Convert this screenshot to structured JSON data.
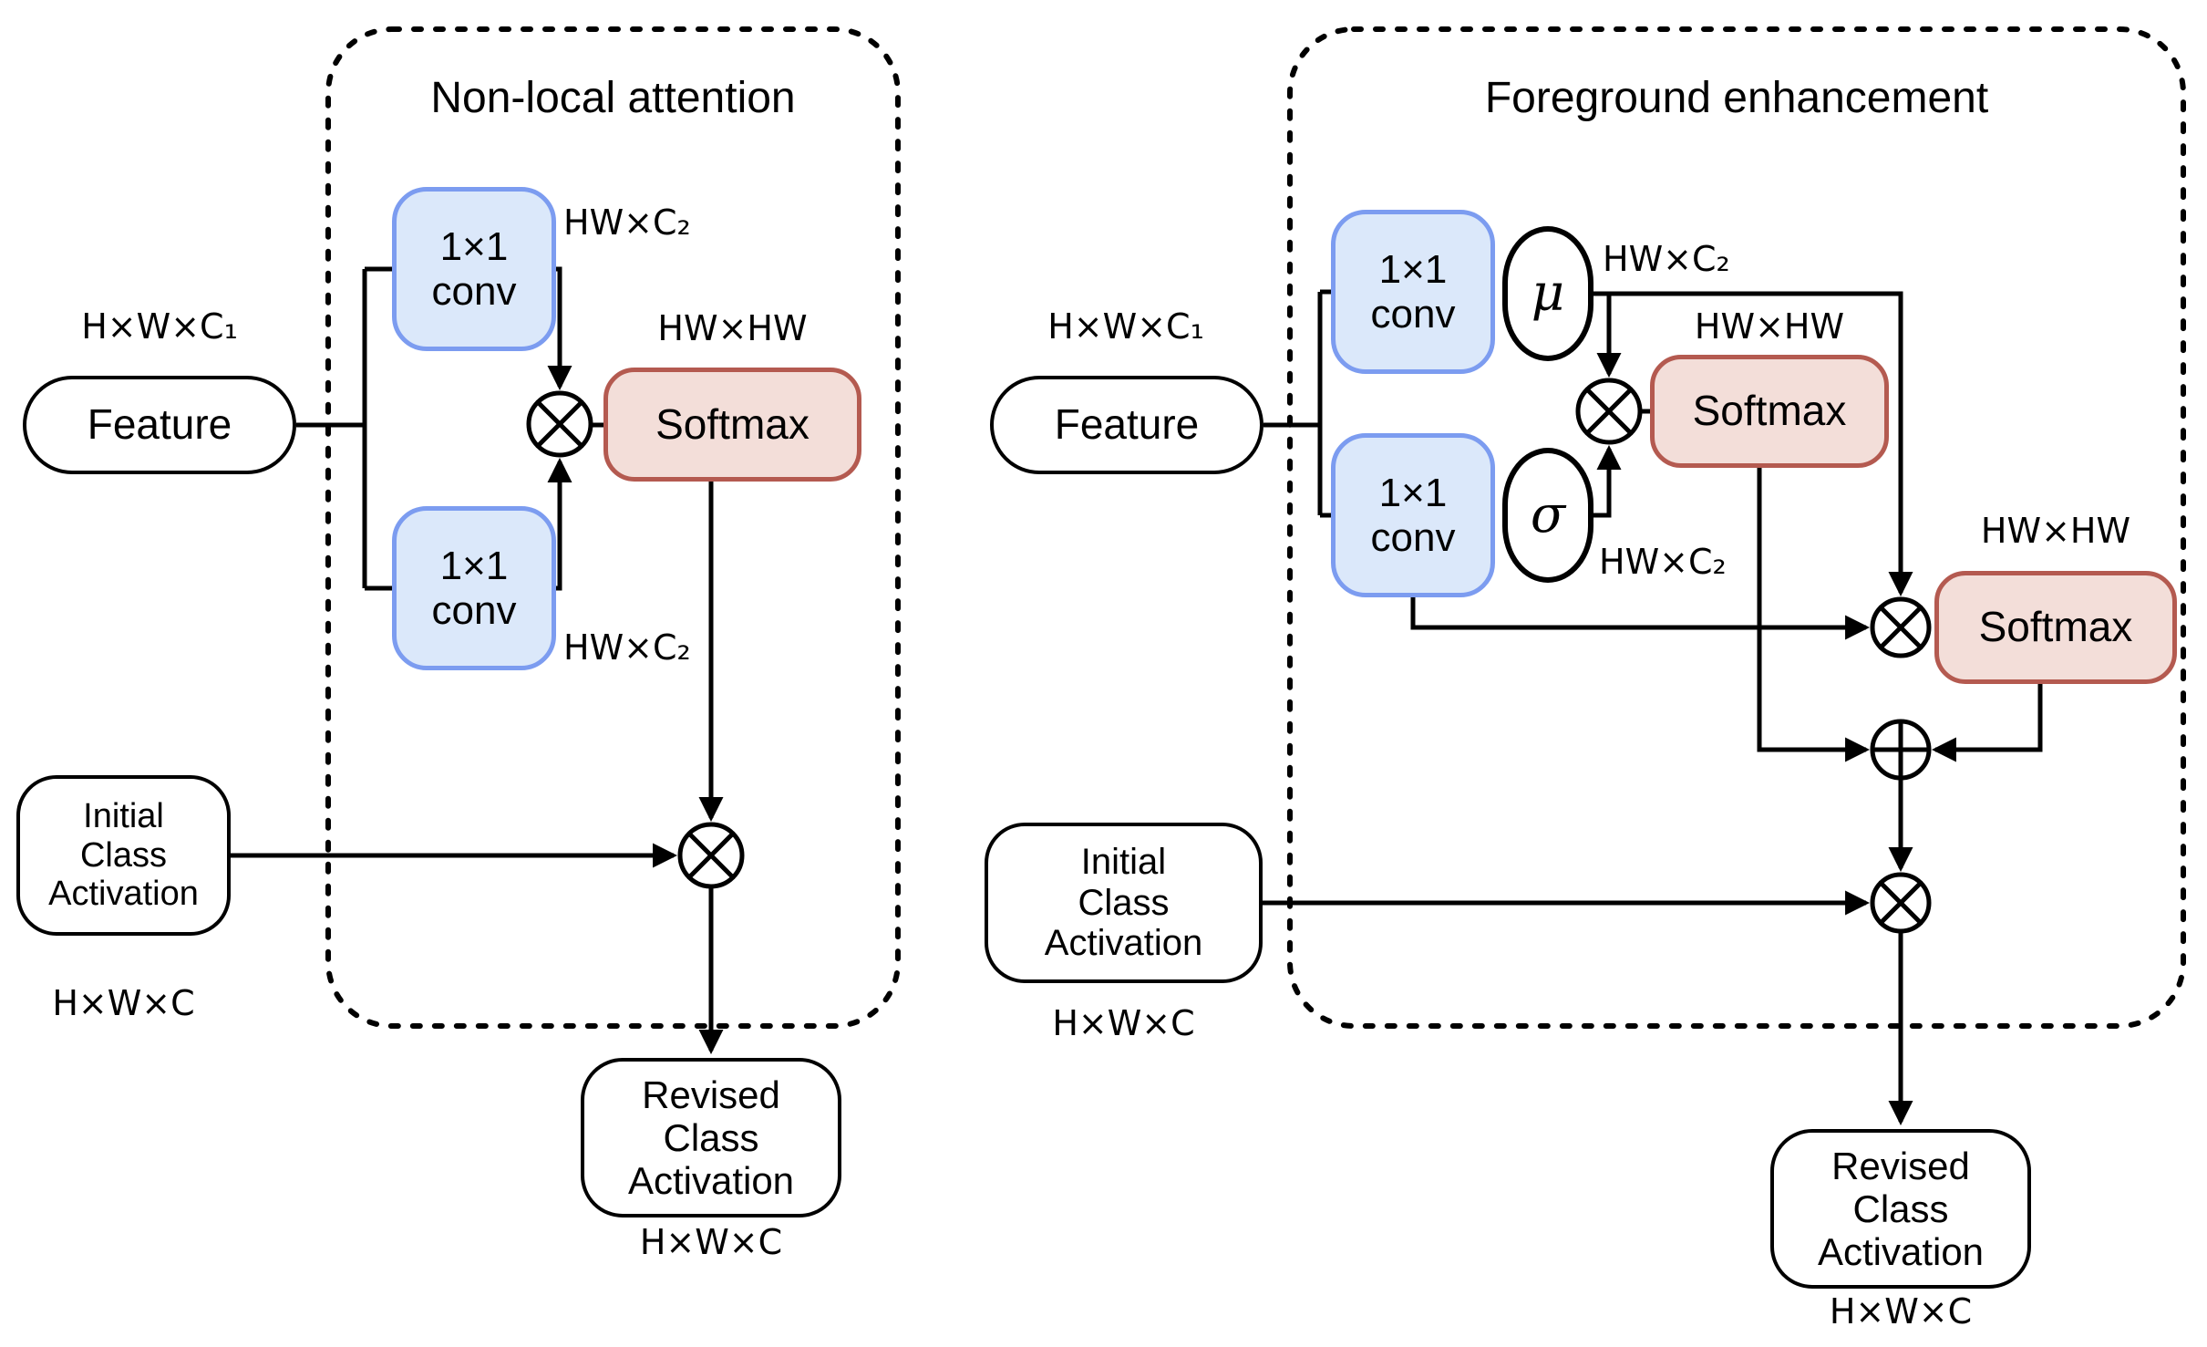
{
  "figure": {
    "left": {
      "title": "Non-local attention",
      "feature": {
        "label": "Feature",
        "dim": "H×W×C₁"
      },
      "conv_top": {
        "line1": "1×1",
        "line2": "conv",
        "dim": "HW×C₂"
      },
      "conv_bottom": {
        "line1": "1×1",
        "line2": "conv",
        "dim": "HW×C₂"
      },
      "softmax": {
        "label": "Softmax",
        "dim": "HW×HW"
      },
      "initial": {
        "line1": "Initial",
        "line2": "Class",
        "line3": "Activation",
        "dim": "H×W×C"
      },
      "revised": {
        "line1": "Revised",
        "line2": "Class",
        "line3": "Activation",
        "dim": "H×W×C"
      },
      "multiply_symbol": "⊗"
    },
    "right": {
      "title": "Foreground enhancement",
      "feature": {
        "label": "Feature",
        "dim": "H×W×C₁"
      },
      "conv_top": {
        "line1": "1×1",
        "line2": "conv"
      },
      "conv_bottom": {
        "line1": "1×1",
        "line2": "conv"
      },
      "mu": {
        "label": "μ",
        "dim": "HW×C₂"
      },
      "sigma": {
        "label": "σ",
        "dim": "HW×C₂"
      },
      "softmax_inner": {
        "label": "Softmax",
        "dim": "HW×HW"
      },
      "softmax_outer": {
        "label": "Softmax",
        "dim": "HW×HW"
      },
      "initial": {
        "line1": "Initial",
        "line2": "Class",
        "line3": "Activation",
        "dim": "H×W×C"
      },
      "revised": {
        "line1": "Revised",
        "line2": "Class",
        "line3": "Activation",
        "dim": "H×W×C"
      },
      "multiply_symbol": "⊗",
      "add_symbol": "⊕"
    },
    "colors": {
      "conv_fill": "#dbe8fa",
      "conv_border": "#7c9cf0",
      "softmax_fill": "#f3ded9",
      "softmax_border": "#b45a50",
      "line_color": "#000000"
    }
  }
}
